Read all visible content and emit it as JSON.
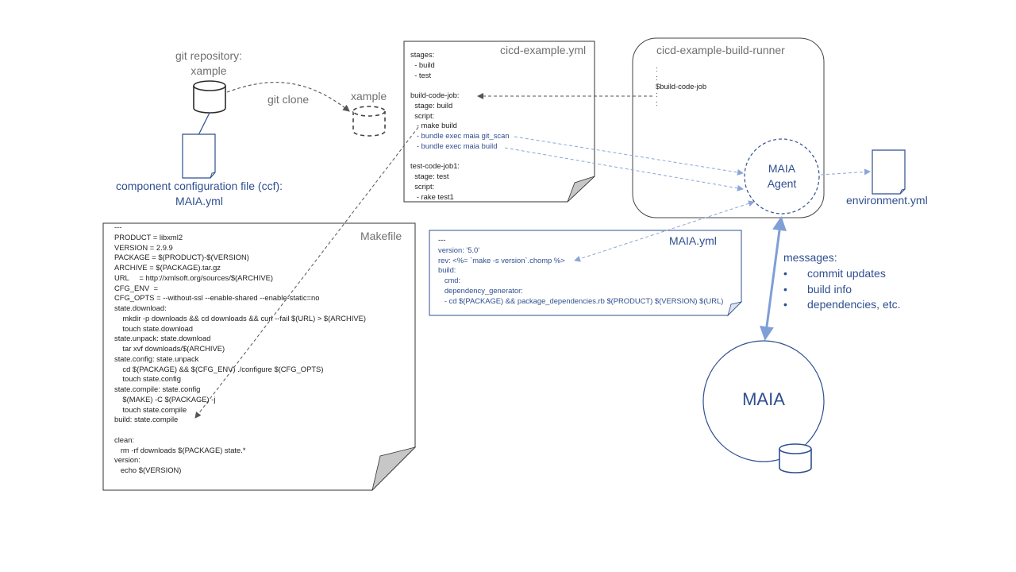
{
  "repo": {
    "title_line1": "git repository:",
    "title_line2": "xample"
  },
  "git_clone_label": "git clone",
  "clone_label": "xample",
  "ccf": {
    "line1": "component  configuration file (ccf):",
    "line2": "MAIA.yml"
  },
  "cicd": {
    "title": "cicd-example.yml",
    "lines": [
      {
        "text": "stages:",
        "style": "plain"
      },
      {
        "text": "  - build",
        "style": "plain"
      },
      {
        "text": "  - test",
        "style": "plain"
      },
      {
        "text": "",
        "style": "plain"
      },
      {
        "text": "build-code-job:",
        "style": "plain"
      },
      {
        "text": "  stage: build",
        "style": "plain"
      },
      {
        "text": "  script:",
        "style": "plain"
      },
      {
        "text": "   - make build",
        "style": "plain"
      },
      {
        "text": "   - bundle exec maia git_scan",
        "style": "blue"
      },
      {
        "text": "   - bundle exec maia build",
        "style": "blue"
      },
      {
        "text": "",
        "style": "plain"
      },
      {
        "text": "test-code-job1:",
        "style": "plain"
      },
      {
        "text": "  stage: test",
        "style": "plain"
      },
      {
        "text": "  script:",
        "style": "plain"
      },
      {
        "text": "   - rake test1",
        "style": "plain"
      }
    ]
  },
  "runner": {
    "title": "cicd-example-build-runner",
    "lines": [
      ":",
      ":",
      "$build-code-job",
      ":",
      ":"
    ]
  },
  "agent": {
    "line1": "MAIA",
    "line2": "Agent"
  },
  "environment_label": "environment.yml",
  "makefile": {
    "title": "Makefile",
    "lines": [
      "---",
      "PRODUCT = libxml2",
      "VERSION = 2.9.9",
      "PACKAGE = $(PRODUCT)-$(VERSION)",
      "ARCHIVE = $(PACKAGE).tar.gz",
      "URL     = http://xmlsoft.org/sources/$(ARCHIVE)",
      "CFG_ENV  =",
      "CFG_OPTS = --without-ssl --enable-shared --enable-static=no",
      "state.download:",
      "    mkdir -p downloads && cd downloads && curl --fail $(URL) > $(ARCHIVE)",
      "    touch state.download",
      "state.unpack: state.download",
      "    tar xvf downloads/$(ARCHIVE)",
      "state.config: state.unpack",
      "    cd $(PACKAGE) && $(CFG_ENV) ./configure $(CFG_OPTS)",
      "    touch state.config",
      "state.compile: state.config",
      "    $(MAKE) -C $(PACKAGE) -j",
      "    touch state.compile",
      "build: state.compile",
      "",
      "clean:",
      "   rm -rf downloads $(PACKAGE) state.*",
      "version:",
      "   echo $(VERSION)"
    ]
  },
  "maia_yml": {
    "title": "MAIA.yml",
    "lines": [
      {
        "text": "---",
        "style": "plain"
      },
      {
        "text": "version: '5.0'",
        "style": "blue"
      },
      {
        "text": "rev: <%= `make -s version`.chomp %>",
        "style": "blue"
      },
      {
        "text": "build:",
        "style": "blue"
      },
      {
        "text": "   cmd:",
        "style": "blue"
      },
      {
        "text": "   dependency_generator:",
        "style": "blue"
      },
      {
        "text": "   - cd $(PACKAGE) && package_dependencies.rb $(PRODUCT) $(VERSION) $(URL)",
        "style": "blue"
      }
    ]
  },
  "messages": {
    "title": "messages:",
    "items": [
      "commit  updates",
      "build info",
      "dependencies, etc."
    ],
    "bullet": "•"
  },
  "maia_server_label": "MAIA",
  "colors": {
    "dark_blue": "#2f4f8f",
    "light_blue_line": "#8aa6d8",
    "grey_text": "#707070",
    "border_grey": "#555555"
  }
}
